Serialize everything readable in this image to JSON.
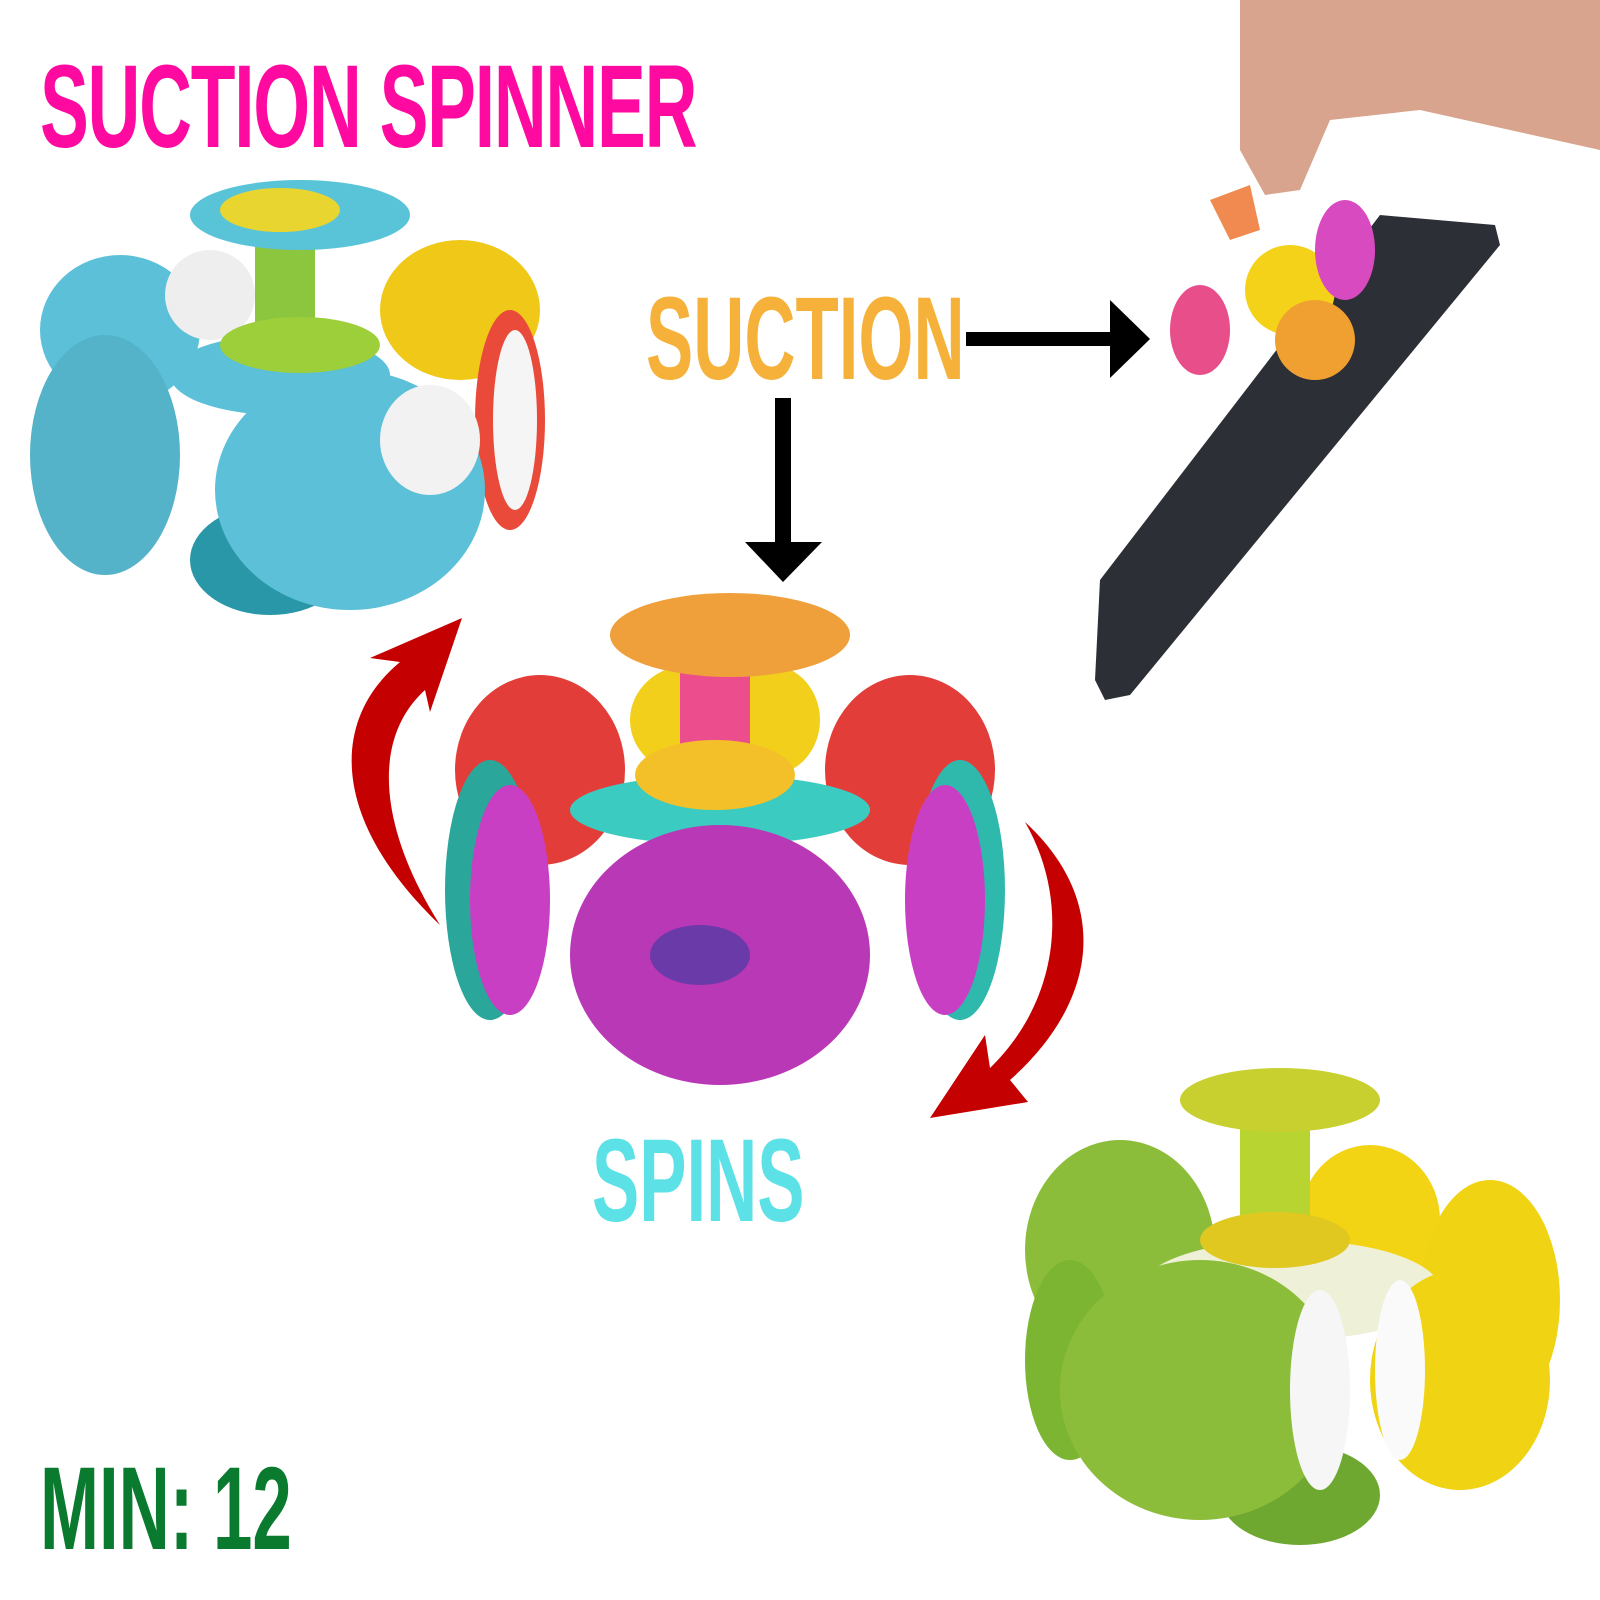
{
  "title": "SUCTION SPINNER",
  "labels": {
    "suction": "SUCTION",
    "spins": "SPINS",
    "minimum": "MIN: 12"
  },
  "colors": {
    "title": "#ff0aa0",
    "suction": "#f5b13a",
    "spins": "#5ce1e6",
    "minimum": "#0a7a2e",
    "arrow_black": "#000000",
    "arrow_red": "#d90000"
  }
}
